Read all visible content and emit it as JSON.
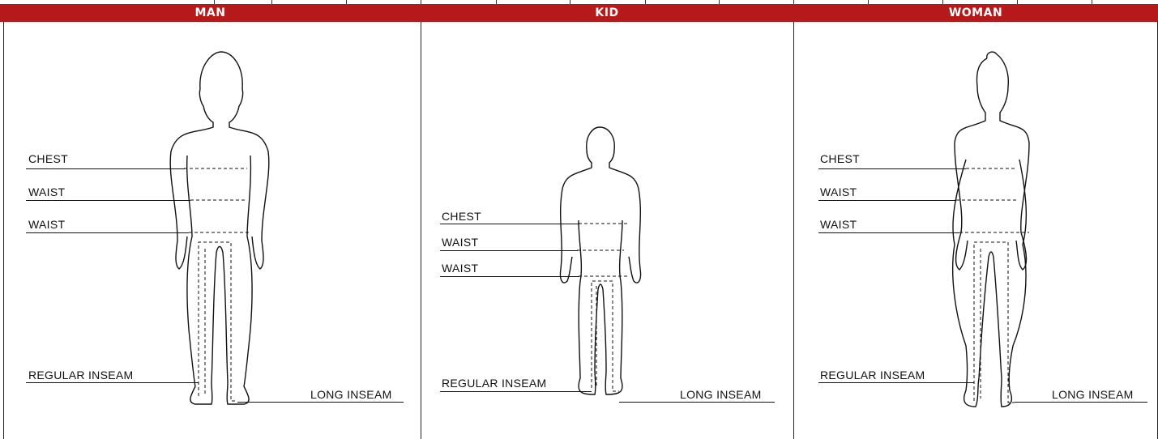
{
  "header": {
    "accent_color": "#b5191a",
    "sections": {
      "man": "MAN",
      "kid": "KID",
      "woman": "WOMAN"
    }
  },
  "panels": {
    "man": {
      "chest": "CHEST",
      "waist1": "WAIST",
      "waist2": "WAIST",
      "regular_inseam": "REGULAR INSEAM",
      "long_inseam": "LONG INSEAM"
    },
    "kid": {
      "chest": "CHEST",
      "waist1": "WAIST",
      "waist2": "WAIST",
      "regular_inseam": "REGULAR INSEAM",
      "long_inseam": "LONG INSEAM"
    },
    "woman": {
      "chest": "CHEST",
      "waist1": "WAIST",
      "waist2": "WAIST",
      "regular_inseam": "REGULAR INSEAM",
      "long_inseam": "LONG INSEAM"
    }
  }
}
